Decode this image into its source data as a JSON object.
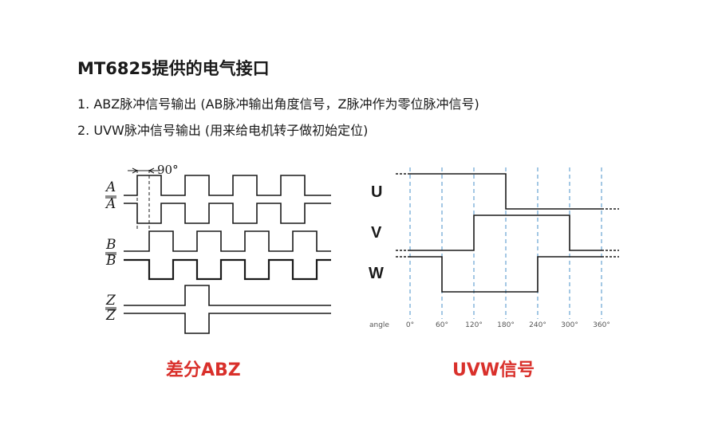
{
  "title": "MT6825提供的电气接口",
  "lines": [
    "1. ABZ脉冲信号输出 (AB脉冲输出角度信号，Z脉冲作为零位脉冲信号)",
    "2. UVW脉冲信号输出 (用来给电机转子做初始定位)"
  ],
  "abz": {
    "phase_label": "90°",
    "signals": [
      "A",
      "A",
      "B",
      "B",
      "Z",
      "Z"
    ],
    "caption": "差分ABZ"
  },
  "uvw": {
    "signals": [
      "U",
      "V",
      "W"
    ],
    "angle_label": "angle",
    "angles": [
      "0°",
      "60°",
      "120°",
      "180°",
      "240°",
      "300°",
      "360°"
    ],
    "caption": "UVW信号",
    "highs": {
      "U": [
        [
          0,
          180
        ]
      ],
      "V": [
        [
          120,
          300
        ]
      ],
      "W": [
        [
          0,
          60
        ],
        [
          240,
          360
        ]
      ]
    }
  },
  "colors": {
    "caption": "#d9302b",
    "dash": "#4a90c8",
    "wave": "#1a1a1a"
  }
}
